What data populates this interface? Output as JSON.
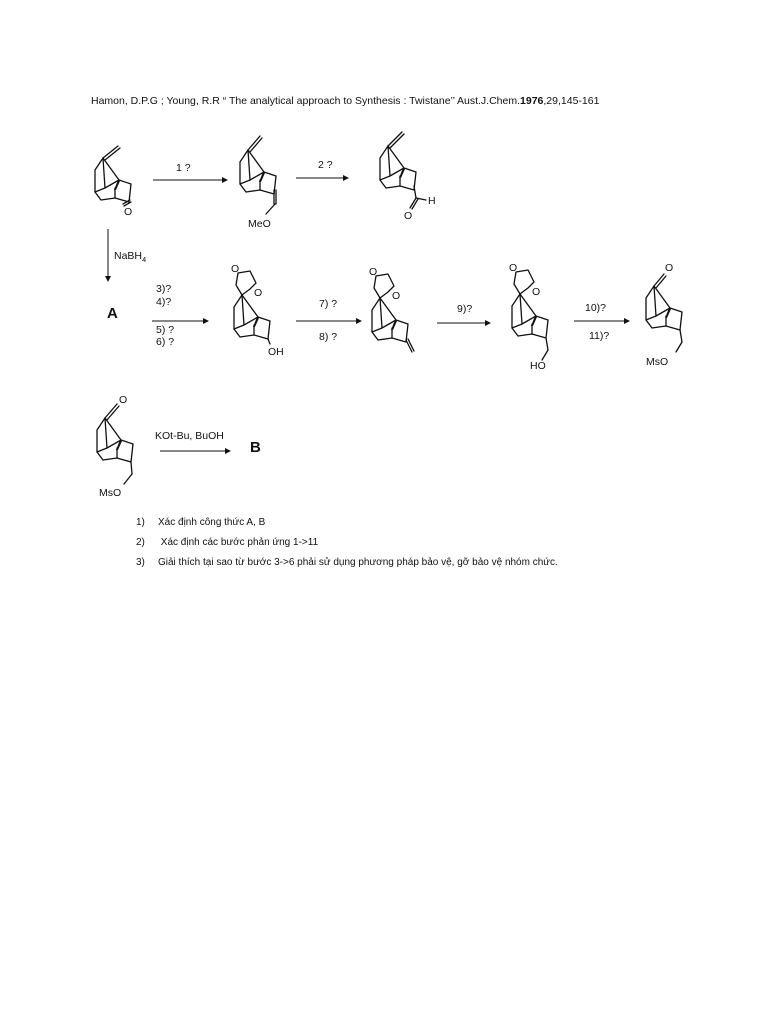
{
  "citation": {
    "authors": "Hamon, D.P.G ; Young, R.R",
    "title": "“ The analytical approach to Synthesis : Twistane’’",
    "journal": "Aust.J.Chem.",
    "year": "1976",
    "pages": ",29,145-161"
  },
  "scheme": {
    "step1": "1 ?",
    "step2": "2 ?",
    "nabh4_main": "NaBH",
    "nabh4_sub": "4",
    "label_A": "A",
    "step3": "3)?",
    "step4": "4)?",
    "step5": "5) ?",
    "step6": "6) ?",
    "step7": "7) ?",
    "step8": "8) ?",
    "step9": "9)?",
    "step10": "10)?",
    "step11": "11)?",
    "reagent_final": "KOt-Bu, BuOH",
    "label_B": "B"
  },
  "atoms": {
    "oxygen": "O",
    "hydrogen": "H",
    "methoxy": "MeO",
    "hydroxyl": "OH",
    "hydroxyl_left": "HO",
    "mesylate": "MsO"
  },
  "questions": [
    {
      "num": "1)",
      "text": "Xác định công thức A, B"
    },
    {
      "num": "2)",
      "text": " Xác định các bước phản ứng 1->11"
    },
    {
      "num": "3)",
      "text": "Giải thích tại sao từ bước 3->6 phải sử dụng phương pháp bảo vệ, gỡ bảo vệ nhóm chức."
    }
  ]
}
